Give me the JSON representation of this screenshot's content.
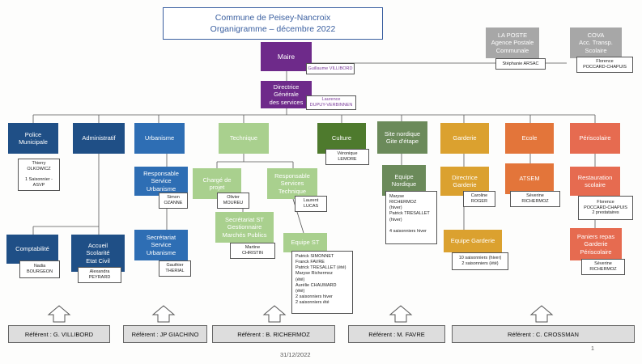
{
  "header": {
    "line1": "Commune de Peisey-Nancroix",
    "line2": "Organigramme – décembre 2022"
  },
  "external": {
    "laposte": {
      "label": "LA POSTE\nAgence Postale\nCommunale",
      "name": "Stéphanie ARSAC"
    },
    "cova": {
      "label": "COVA\nAcc. Transp.\nScolaire",
      "name": "Florence\nPOCCARD-CHAPUIS"
    }
  },
  "maire": {
    "label": "Maire",
    "name": "Guillaume VILLIBORD"
  },
  "dgs": {
    "label": "Directrice\nGénérale\ndes services",
    "name": "Laurence\nDUPUY-VERBINNEN"
  },
  "services": {
    "police": {
      "label": "Police\nMunicipale",
      "name": "Thierry\nOLKOWICZ\n\n1 Saisonnier -\nASVP"
    },
    "admin": {
      "label": "Administratif"
    },
    "compta": {
      "label": "Comptabilité",
      "name": "Nadia\nBOURGEON"
    },
    "accueil": {
      "label": "Accueil\nScolarité\nEtat Civil",
      "name": "Alexandra\nPEYRARD"
    },
    "urbanisme": {
      "label": "Urbanisme"
    },
    "resp_urba": {
      "label": "Responsable\nService\nUrbanisme",
      "name": "Simon\nOZANNE"
    },
    "secr_urba": {
      "label": "Secrétariat\nService\nUrbanisme",
      "name": "Gauthier\nTHERIAL"
    },
    "technique": {
      "label": "Technique"
    },
    "charge": {
      "label": "Chargé de\nprojet",
      "name": "Olivier\nMOUREU"
    },
    "resp_tech": {
      "label": "Responsable\nServices\nTechnique",
      "name": "Laurent\nLUCAS"
    },
    "secr_st": {
      "label": "Secrétariat ST\nGestionnaire\nMarchés Publics",
      "name": "Martine\nCHRISTIN"
    },
    "equipe_st": {
      "label": "Equipe ST",
      "list": "Patrick SIMONNET\nFranck FAVRE\nPatrick TRESALLET (été)\nMaryse Richermoz\n(été)\nAurélie CHAUMARD\n(été)\n2 saisonniers hiver\n2 saisonniers été"
    },
    "culture": {
      "label": "Culture",
      "name": "Véronique\nLEMORE"
    },
    "nordique": {
      "label": "Site nordique\nGite d'étape"
    },
    "equipe_nordique": {
      "label": "Equipe\nNordique",
      "list": "Maryse\nRICHERMOZ\n(hiver)\nPatrick TRESALLET\n(hiver)\n\n4 saisonniers hiver"
    },
    "garderie": {
      "label": "Garderie"
    },
    "dir_garderie": {
      "label": "Directrice\nGarderie",
      "name": "Caroline\nROGER"
    },
    "equipe_garderie": {
      "label": "Equipe Garderie",
      "list": "10 saisonniers (hiver)\n2 saisonniers (été)"
    },
    "ecole": {
      "label": "Ecole"
    },
    "atsem": {
      "label": "ATSEM",
      "name": "Séverine\nRICHERMOZ"
    },
    "periscolaire": {
      "label": "Périscolaire"
    },
    "restauration": {
      "label": "Restauration\nscolaire",
      "name": "Florence\nPOCCARD-CHAPUIS\n2 prestataires"
    },
    "paniers": {
      "label": "Paniers repas\nGarderie\nPériscolaire",
      "name": "Séverine\nRICHERMOZ"
    }
  },
  "referents": [
    "Référent : G. VILLIBORD",
    "Référent : JP GIACHINO",
    "Référent : B. RICHERMOZ",
    "Référent : M. FAVRE",
    "Référent : C. CROSSMAN"
  ],
  "footer": {
    "date": "31/12/2022",
    "page": "1"
  },
  "colors": {
    "title": "#3a5fa0",
    "maire": "#6e2a8a",
    "police": "#1f4f86",
    "urbanisme": "#2e6eb4",
    "technique": "#a9d08e",
    "culture": "#4e7a2d",
    "nordique": "#6b8a5a",
    "garderie": "#dba12f",
    "ecole": "#e3753a",
    "periscolaire": "#e66b50",
    "external": "#a7a7a7"
  }
}
